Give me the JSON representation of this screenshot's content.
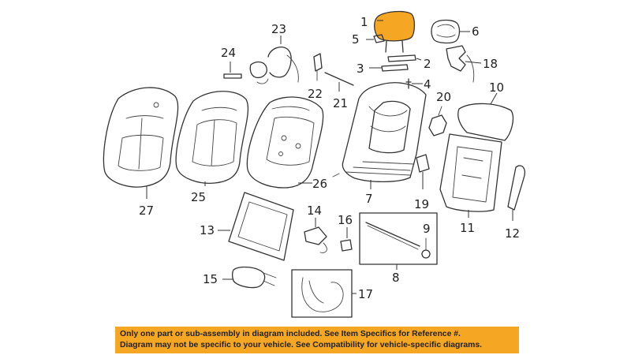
{
  "diagram": {
    "callouts": {
      "c1": "1",
      "c2": "2",
      "c3": "3",
      "c4": "4",
      "c5": "5",
      "c6": "6",
      "c7": "7",
      "c8": "8",
      "c9": "9",
      "c10": "10",
      "c11": "11",
      "c12": "12",
      "c13": "13",
      "c14": "14",
      "c15": "15",
      "c16": "16",
      "c17": "17",
      "c18": "18",
      "c19": "19",
      "c20": "20",
      "c21": "21",
      "c22": "22",
      "c23": "23",
      "c24": "24",
      "c25": "25",
      "c26": "26",
      "c27": "27"
    },
    "highlight_color": "#f5a623",
    "highlighted_part": "1"
  },
  "notice": {
    "line1": "Only one part or sub-assembly in diagram included. See Item Specifics for Reference #.",
    "line2": "Diagram may not be specific to your vehicle. See Compatibility for vehicle-specific diagrams.",
    "background": "#f5a623"
  }
}
